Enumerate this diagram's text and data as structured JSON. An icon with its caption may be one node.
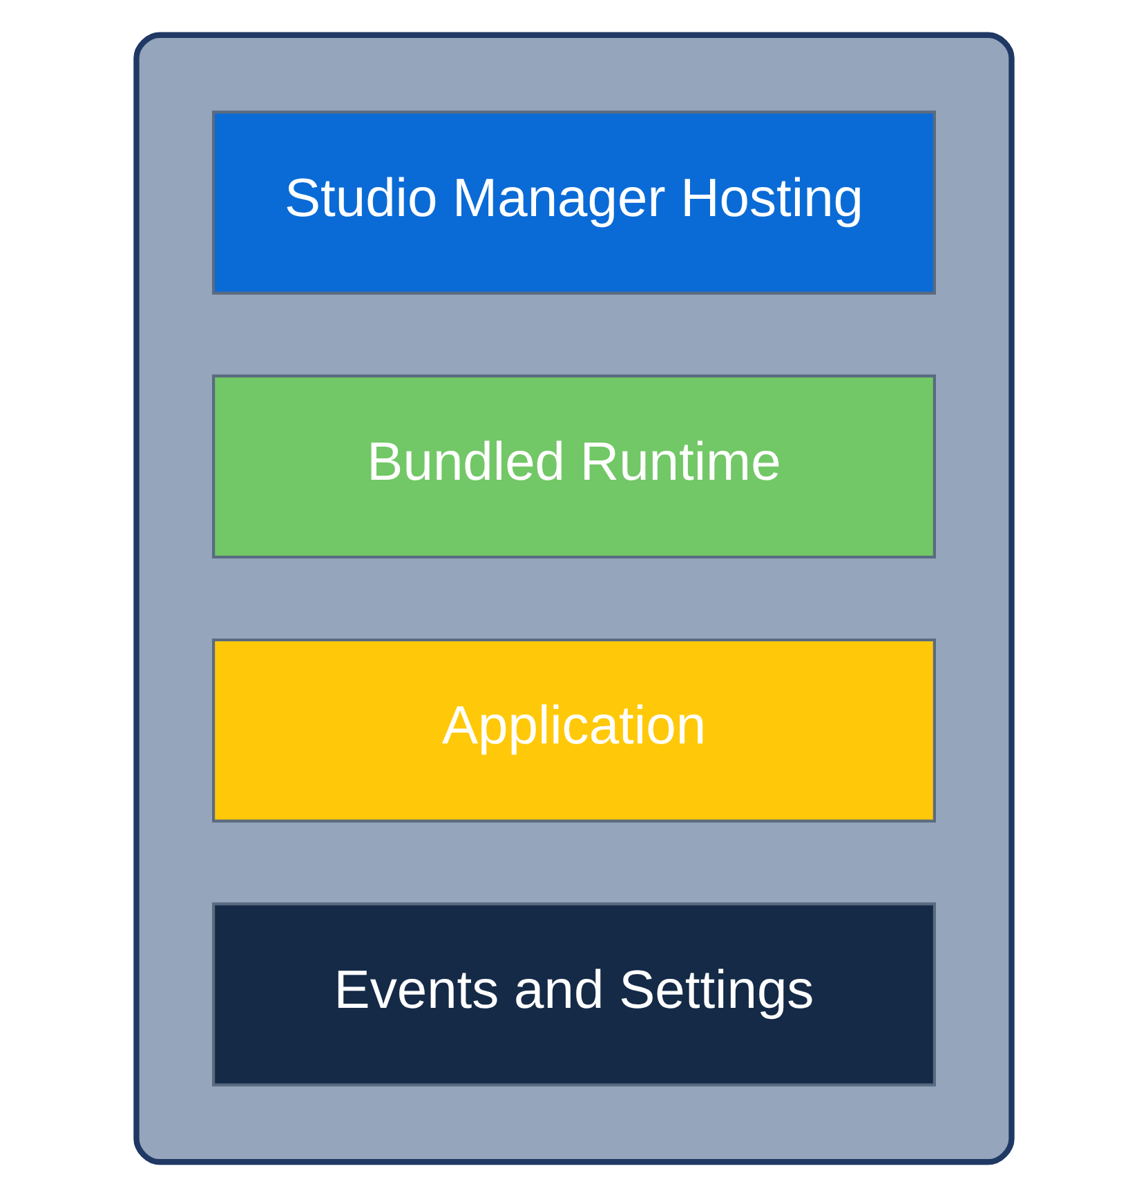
{
  "diagram": {
    "nodes": [
      {
        "text": [],
        "shape": "box"
      },
      {
        "text": [
          "Studio Manager Hosting"
        ],
        "in": 0
      },
      {
        "text": [
          "Bundled Runtime"
        ],
        "in": 0
      },
      {
        "text": [
          "Application"
        ],
        "in": 0
      },
      {
        "text": [
          "Events and Settings"
        ],
        "in": 0
      }
    ]
  }
}
